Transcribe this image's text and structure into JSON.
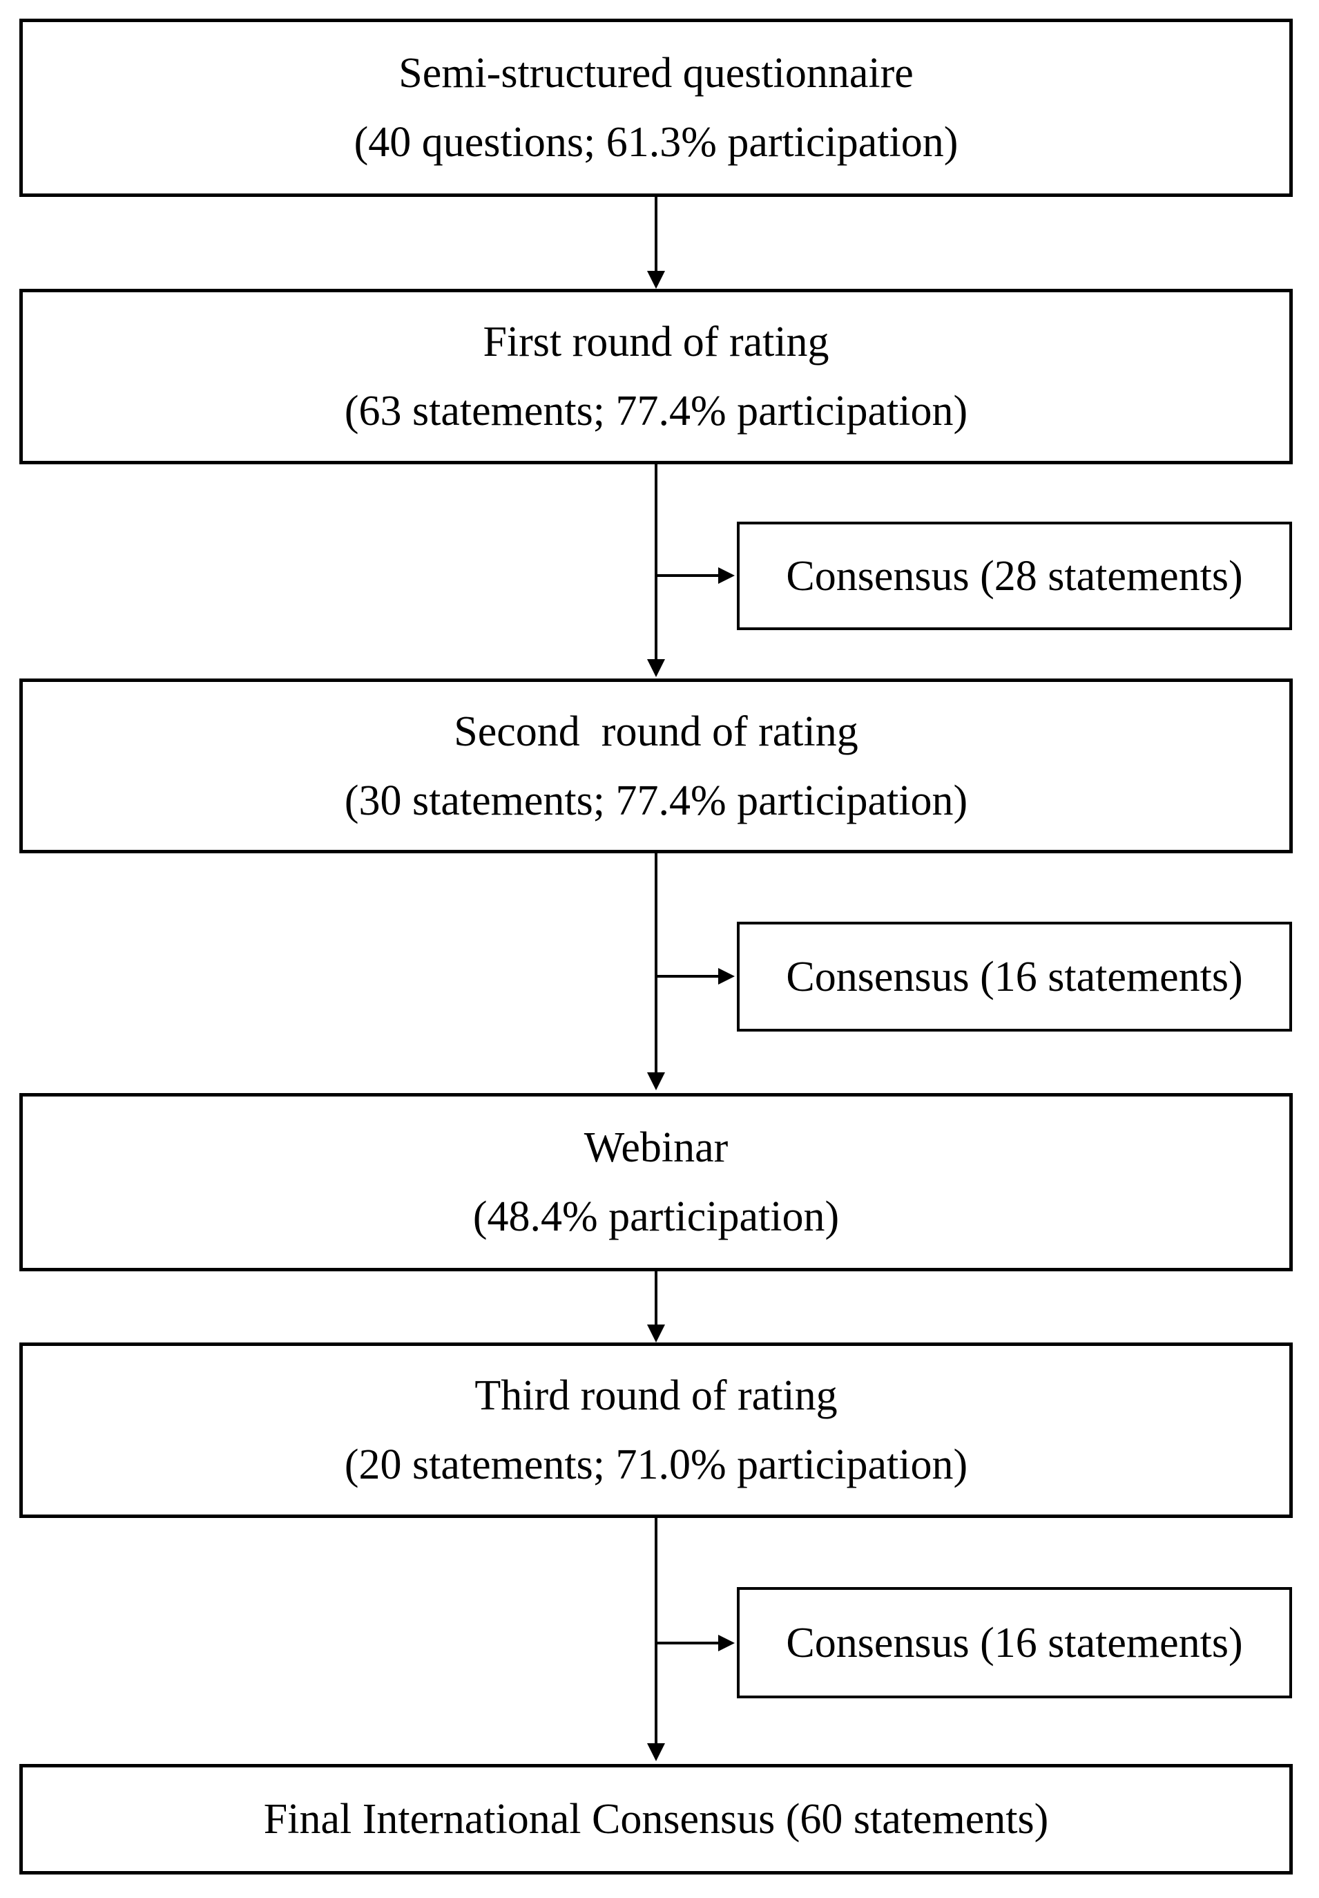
{
  "diagram": {
    "type": "flowchart",
    "colors": {
      "background": "#ffffff",
      "box_border": "#000000",
      "text": "#000000",
      "arrow": "#000000"
    },
    "nodes": [
      {
        "id": "questionnaire",
        "lines": [
          "Semi-structured questionnaire",
          "(40 questions; 61.3% participation)"
        ]
      },
      {
        "id": "round1",
        "lines": [
          "First round of rating",
          "(63 statements; 77.4% participation)"
        ]
      },
      {
        "id": "consensus1",
        "lines": [
          "Consensus (28 statements)"
        ]
      },
      {
        "id": "round2",
        "lines": [
          "Second  round of rating",
          "(30 statements; 77.4% participation)"
        ]
      },
      {
        "id": "consensus2",
        "lines": [
          "Consensus (16 statements)"
        ]
      },
      {
        "id": "webinar",
        "lines": [
          "Webinar",
          "(48.4% participation)"
        ]
      },
      {
        "id": "round3",
        "lines": [
          "Third round of rating",
          "(20 statements; 71.0% participation)"
        ]
      },
      {
        "id": "consensus3",
        "lines": [
          "Consensus (16 statements)"
        ]
      },
      {
        "id": "final",
        "lines": [
          "Final International Consensus (60 statements)"
        ]
      }
    ],
    "edges": [
      {
        "from": "questionnaire",
        "to": "round1"
      },
      {
        "from": "round1",
        "to": "consensus1"
      },
      {
        "from": "round1",
        "to": "round2"
      },
      {
        "from": "round2",
        "to": "consensus2"
      },
      {
        "from": "round2",
        "to": "webinar"
      },
      {
        "from": "webinar",
        "to": "round3"
      },
      {
        "from": "round3",
        "to": "consensus3"
      },
      {
        "from": "round3",
        "to": "final"
      }
    ]
  }
}
